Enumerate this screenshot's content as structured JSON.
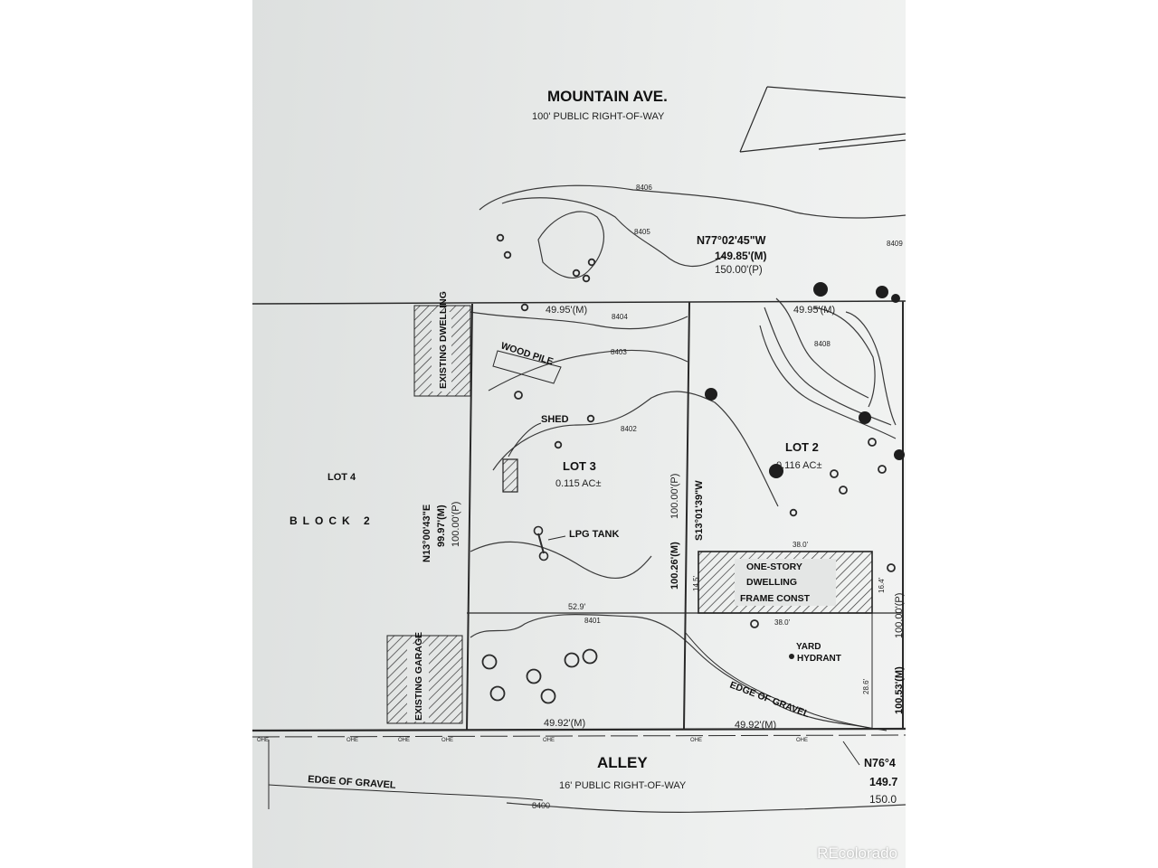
{
  "street": {
    "name": "MOUNTAIN AVE.",
    "row": "100' PUBLIC RIGHT-OF-WAY"
  },
  "alley": {
    "name": "ALLEY",
    "row": "16' PUBLIC RIGHT-OF-WAY"
  },
  "top_bearing": {
    "bearing": "N77°02'45\"W",
    "measured": "149.85'(M)",
    "plat": "150.00'(P)"
  },
  "bottom_bearing": {
    "bearing": "N76°4",
    "measured": "149.7",
    "plat": "150.0"
  },
  "lot3": {
    "name": "LOT 3",
    "area": "0.115 AC±"
  },
  "lot2": {
    "name": "LOT 2",
    "area": "0.116 AC±"
  },
  "lot4": {
    "name": "LOT 4",
    "block": "BLOCK 2"
  },
  "west_line": {
    "bearing": "N13°00'43\"E",
    "measured": "99.97'(M)",
    "plat": "100.00'(P)"
  },
  "mid_line": {
    "measured": "100.26'(M)",
    "plat": "100.00'(P)",
    "bearing": "S13°01'39\"W"
  },
  "east_line": {
    "measured": "100.53'(M)",
    "plat": "100.00'(P)"
  },
  "frontages": {
    "lot3_top": "49.95'(M)",
    "lot2_top": "49.95'(M)",
    "lot3_bottom": "49.92'(M)",
    "lot2_bottom": "49.92'(M)"
  },
  "labels": {
    "existing_dwelling": "EXISTING DWELLING",
    "existing_garage": "EXISTING GARAGE",
    "wood_pile": "WOOD PILE",
    "shed": "SHED",
    "lpg_tank": "LPG TANK",
    "house_line1": "ONE-STORY",
    "house_line2": "DWELLING",
    "house_line3": "FRAME CONST",
    "yard": "YARD",
    "hydrant": "HYDRANT",
    "edge_gravel_1": "EDGE OF GRAVEL",
    "edge_gravel_2": "EDGE OF GRAVEL",
    "setback": "52.9'",
    "dim_380a": "38.0'",
    "dim_380b": "38.0'",
    "dim_145a": "14.5'",
    "dim_164": "16.4'",
    "dim_286": "28.6'"
  },
  "contours": [
    "8406",
    "8405",
    "8404",
    "8403",
    "8402",
    "8401",
    "8400",
    "8408",
    "8409"
  ],
  "utility_tag": "OHE",
  "watermark": "REcolorado"
}
